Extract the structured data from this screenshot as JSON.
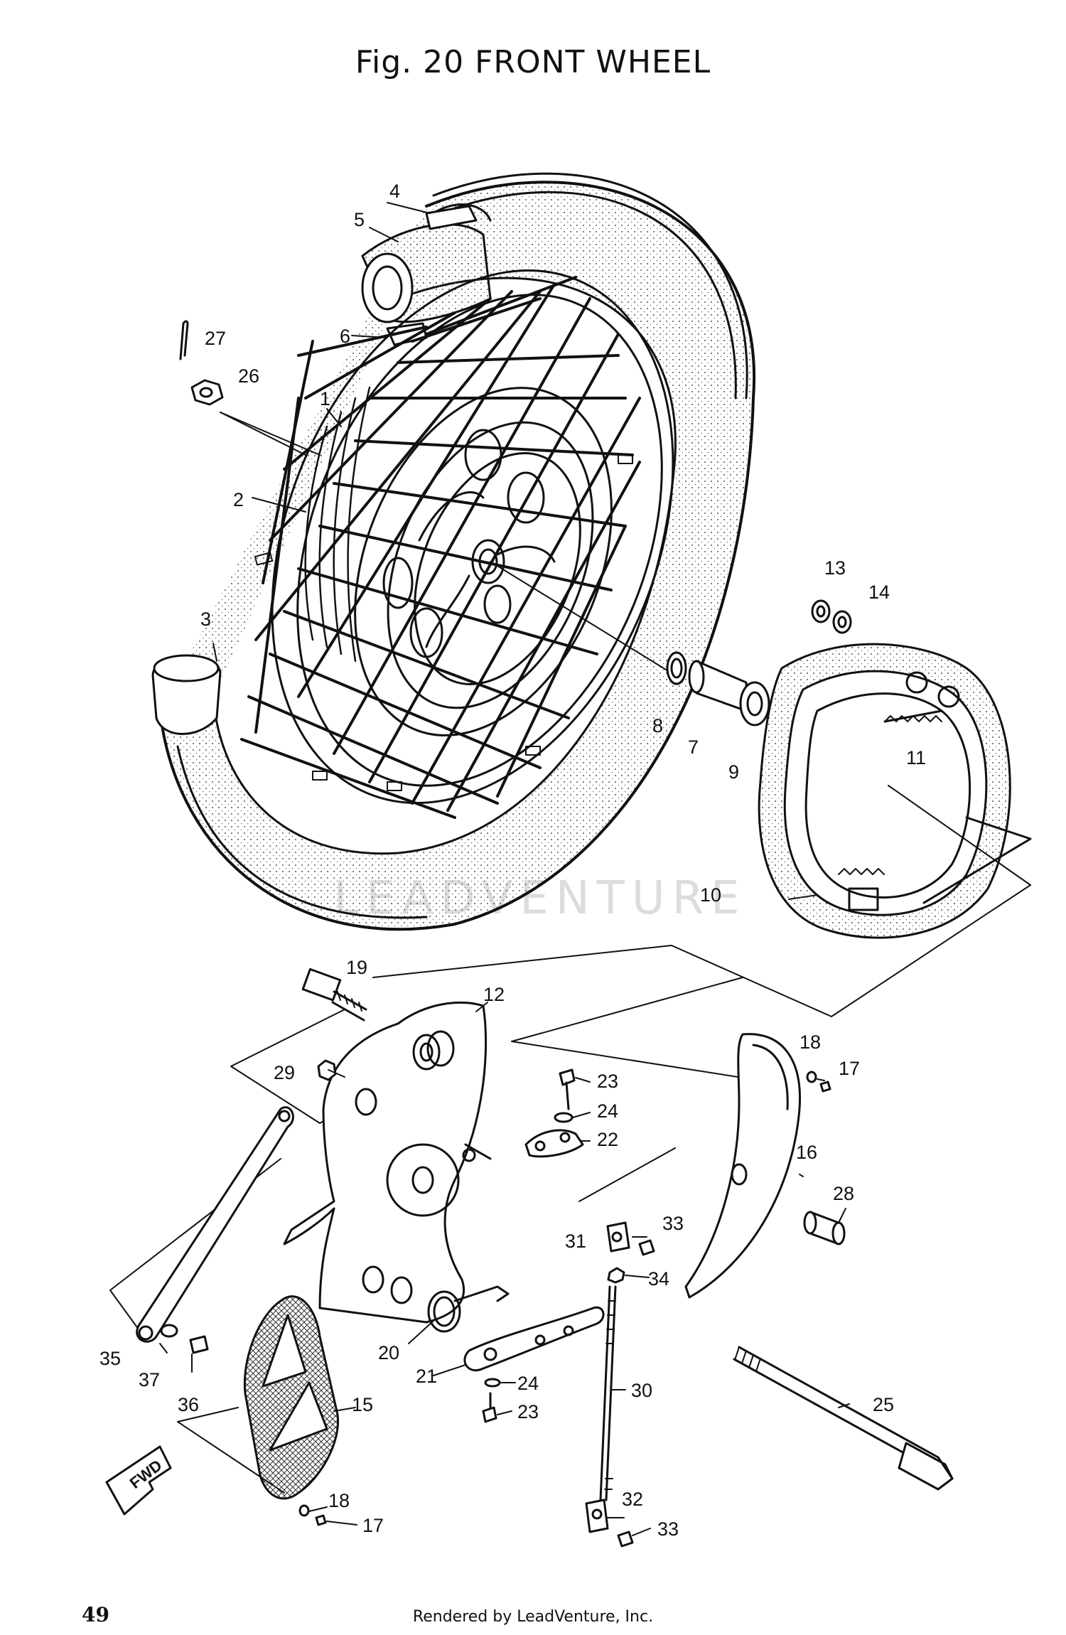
{
  "title": "Fig. 20 FRONT WHEEL",
  "page_number": "49",
  "footer": "Rendered by LeadVenture, Inc.",
  "watermark": "LEADVENTURE",
  "fwd_arrow": "FWD",
  "callouts": [
    {
      "id": "c1",
      "text": "1"
    },
    {
      "id": "c2",
      "text": "2"
    },
    {
      "id": "c3",
      "text": "3"
    },
    {
      "id": "c4",
      "text": "4"
    },
    {
      "id": "c5",
      "text": "5"
    },
    {
      "id": "c6",
      "text": "6"
    },
    {
      "id": "c7",
      "text": "7"
    },
    {
      "id": "c8",
      "text": "8"
    },
    {
      "id": "c9",
      "text": "9"
    },
    {
      "id": "c10",
      "text": "10"
    },
    {
      "id": "c11",
      "text": "11"
    },
    {
      "id": "c12",
      "text": "12"
    },
    {
      "id": "c13",
      "text": "13"
    },
    {
      "id": "c14",
      "text": "14"
    },
    {
      "id": "c15",
      "text": "15"
    },
    {
      "id": "c16",
      "text": "16"
    },
    {
      "id": "c17a",
      "text": "17"
    },
    {
      "id": "c17b",
      "text": "17"
    },
    {
      "id": "c18a",
      "text": "18"
    },
    {
      "id": "c18b",
      "text": "18"
    },
    {
      "id": "c19",
      "text": "19"
    },
    {
      "id": "c20",
      "text": "20"
    },
    {
      "id": "c21",
      "text": "21"
    },
    {
      "id": "c22",
      "text": "22"
    },
    {
      "id": "c23a",
      "text": "23"
    },
    {
      "id": "c23b",
      "text": "23"
    },
    {
      "id": "c24a",
      "text": "24"
    },
    {
      "id": "c24b",
      "text": "24"
    },
    {
      "id": "c25",
      "text": "25"
    },
    {
      "id": "c26",
      "text": "26"
    },
    {
      "id": "c27",
      "text": "27"
    },
    {
      "id": "c28",
      "text": "28"
    },
    {
      "id": "c29",
      "text": "29"
    },
    {
      "id": "c30",
      "text": "30"
    },
    {
      "id": "c31",
      "text": "31"
    },
    {
      "id": "c32",
      "text": "32"
    },
    {
      "id": "c33a",
      "text": "33"
    },
    {
      "id": "c33b",
      "text": "33"
    },
    {
      "id": "c34",
      "text": "34"
    },
    {
      "id": "c35",
      "text": "35"
    },
    {
      "id": "c36",
      "text": "36"
    },
    {
      "id": "c37",
      "text": "37"
    }
  ]
}
